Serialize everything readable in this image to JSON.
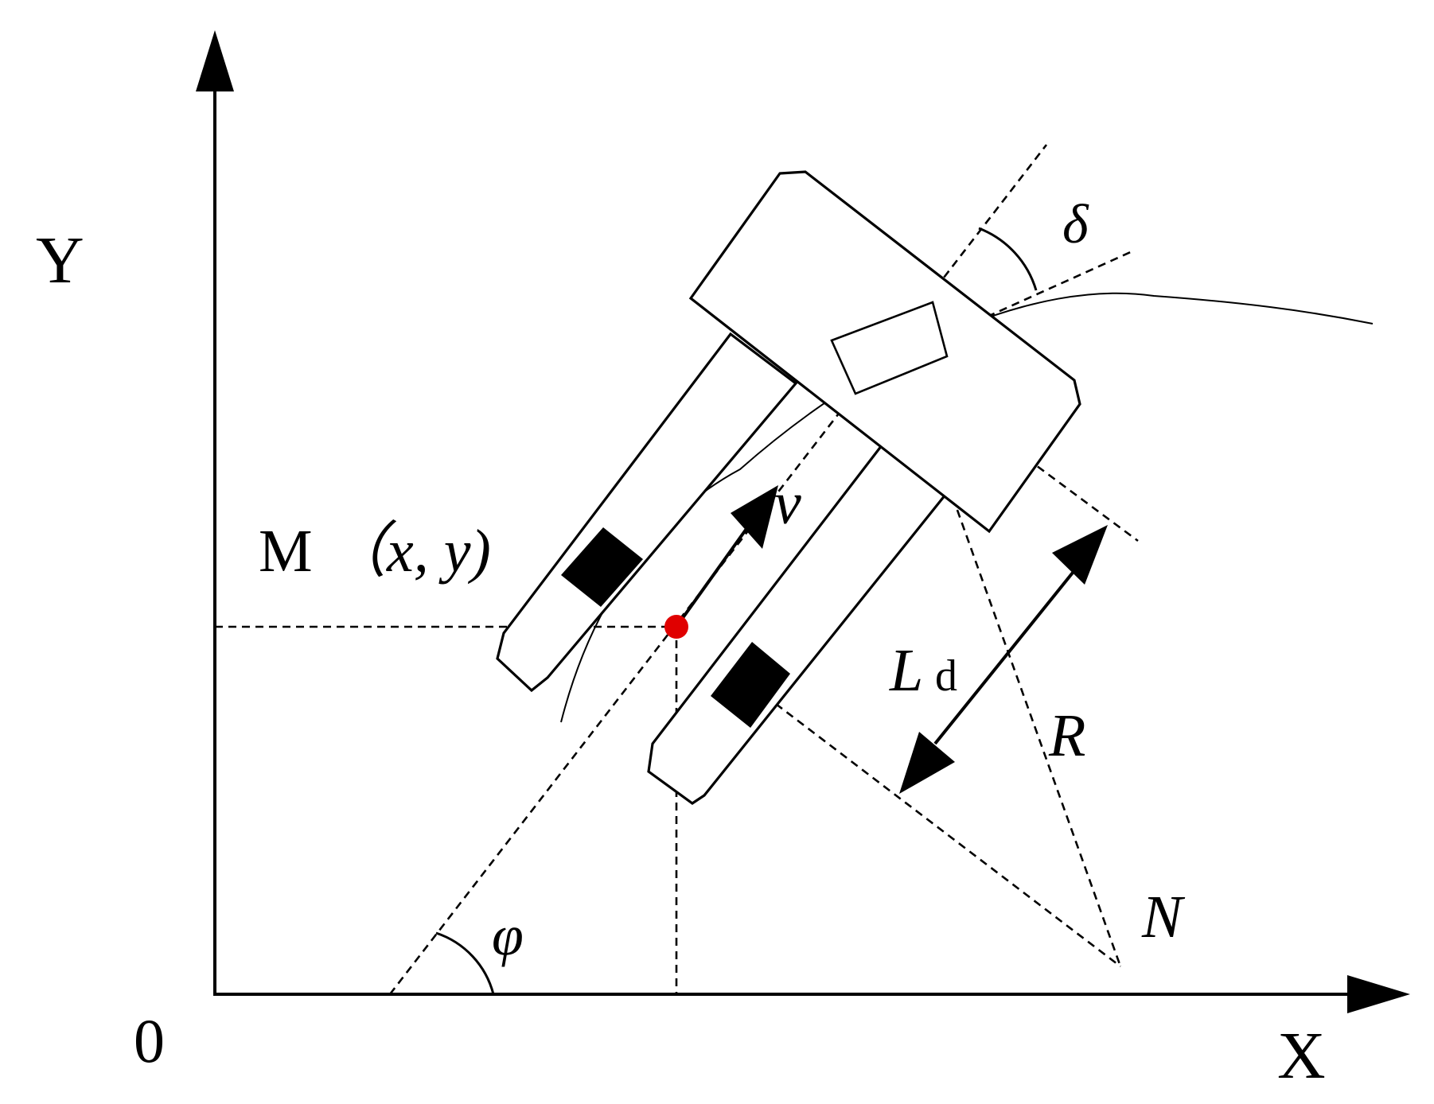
{
  "labels": {
    "y_axis": "Y",
    "x_axis": "X",
    "origin": "0",
    "point_m": "M",
    "point_m_coords": "（x, y)",
    "velocity": "v",
    "steering_angle": "δ",
    "lookahead_L": "L",
    "lookahead_sub": "d",
    "radius": "R",
    "center": "N",
    "heading": "φ"
  },
  "colors": {
    "line": "#000000",
    "point": "#e00000",
    "background": "#ffffff"
  }
}
